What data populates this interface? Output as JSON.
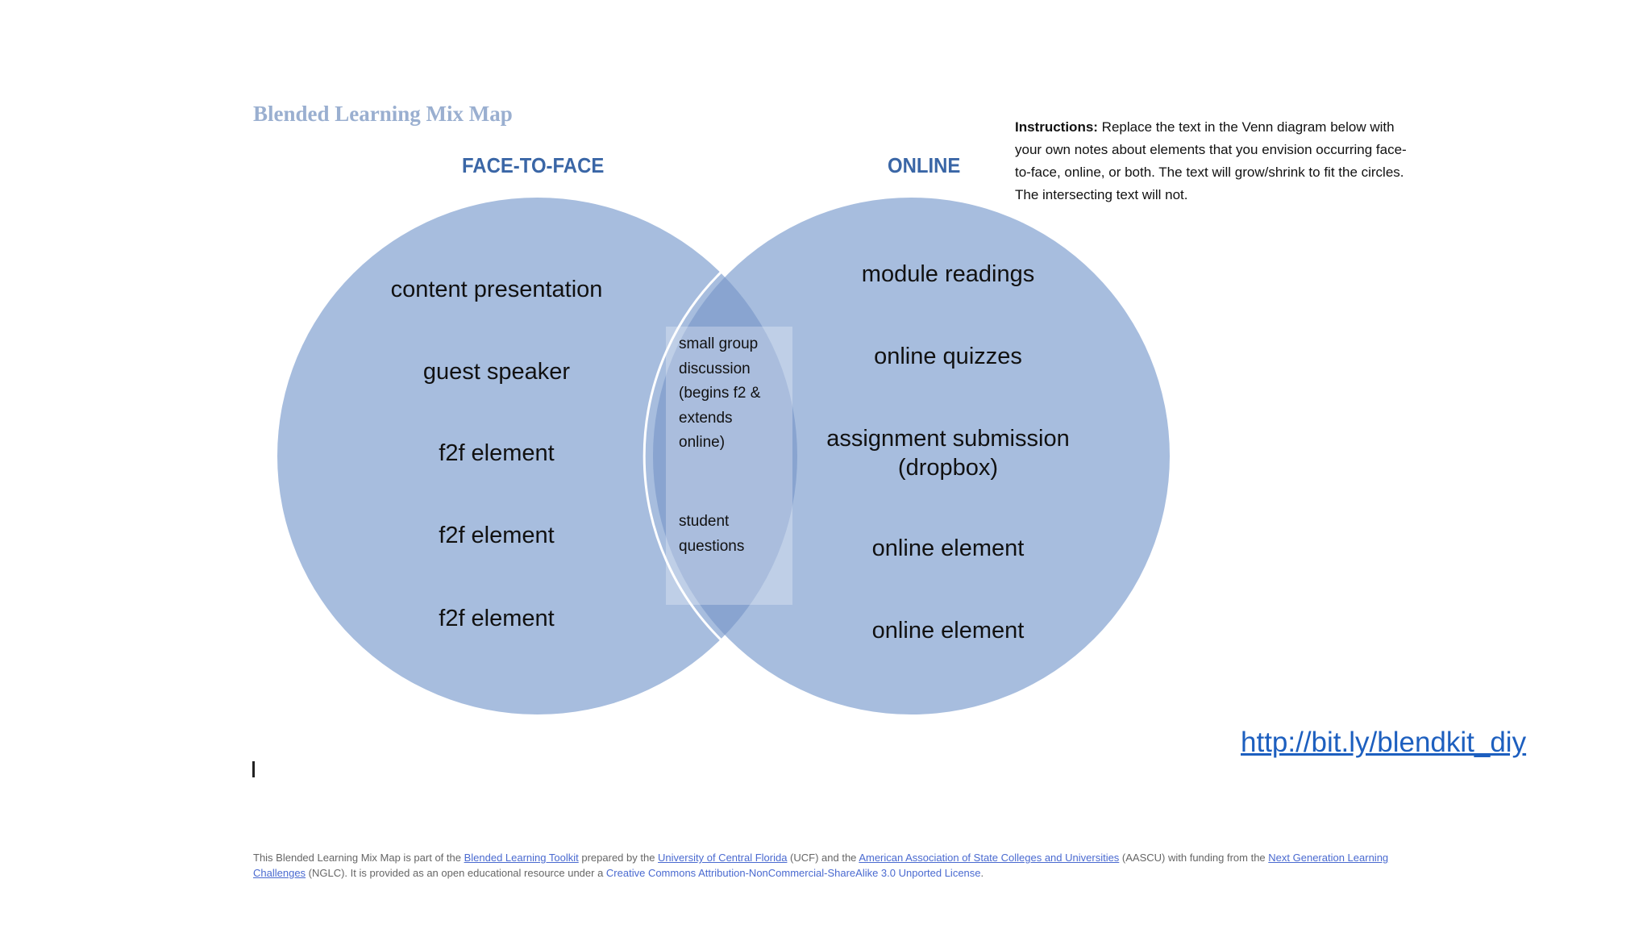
{
  "title": "Blended Learning Mix Map",
  "headers": {
    "left": "FACE-TO-FACE",
    "right": "ONLINE"
  },
  "instructions": {
    "label": "Instructions:",
    "text": " Replace the text in the Venn diagram below with your own notes about elements that you envision occurring face-to-face, online, or both.  The text will grow/shrink to fit the circles. The intersecting text will not."
  },
  "left_items": [
    "content presentation",
    "guest speaker",
    "f2f element",
    "f2f element",
    "f2f element"
  ],
  "right_items": [
    "module readings",
    "online quizzes",
    "assignment submission\n(dropbox)",
    "online element",
    "online element"
  ],
  "middle_items": [
    "small group\ndiscussion\n(begins f2 &\nextends\nonline)",
    "student\nquestions"
  ],
  "link": "http://bit.ly/blendkit_diy",
  "footer": {
    "p1": "This Blended Learning Mix Map is part of the ",
    "l1": "Blended Learning Toolkit",
    "p2": "  prepared by the ",
    "l2": "University of Central Florida",
    "p3": " (UCF) and the ",
    "l3": "American Association of State Colleges and Universities",
    "p4": " (AASCU) with funding from the ",
    "l4": "Next Generation Learning Challenges",
    "p5": " (NGLC). It is provided as an open educational resource under a ",
    "l5": "Creative Commons Attribution-NonCommercial-ShareAlike 3.0 Unported License",
    "p6": "."
  },
  "colors": {
    "circle": "#99b2d8",
    "overlap": "#7a98c8",
    "header": "#3a66a6",
    "title": "#9aafd0",
    "link": "#1d5fbf"
  }
}
